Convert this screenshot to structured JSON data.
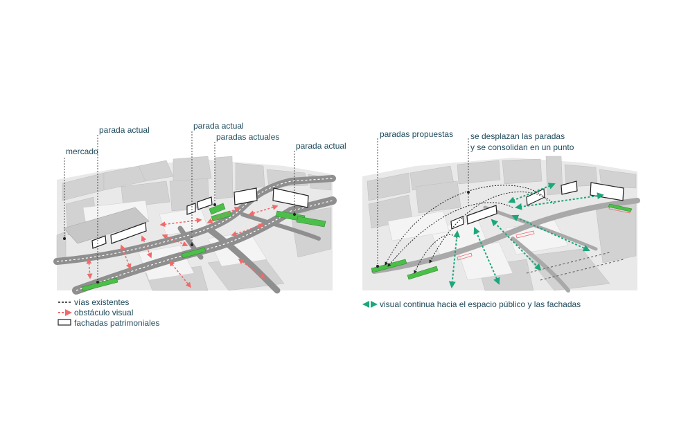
{
  "left_panel": {
    "labels": {
      "mercado": "mercado",
      "parada_actual_1": "parada actual",
      "parada_actual_2": "parada actual",
      "paradas_actuales": "paradas actuales",
      "parada_actual_3": "parada actual"
    },
    "legend": {
      "vias": "vías existentes",
      "obstaculo": "obstáculo visual",
      "fachadas": "fachadas patrimoniales"
    }
  },
  "right_panel": {
    "labels": {
      "paradas_propuestas": "paradas propuestas",
      "desplazan_line1": "se desplazan las paradas",
      "desplazan_line2": "y se consolidan en un punto"
    },
    "legend": {
      "visual": "visual continua hacia el espacio público y las fachadas"
    }
  },
  "colors": {
    "label_text": "#1f4a5c",
    "red_arrow": "#f06a6a",
    "green_arrow": "#1ca67c",
    "green_stop": "#4cbf4a",
    "road": "#8f8f8f",
    "building": "#d4d4d4"
  }
}
